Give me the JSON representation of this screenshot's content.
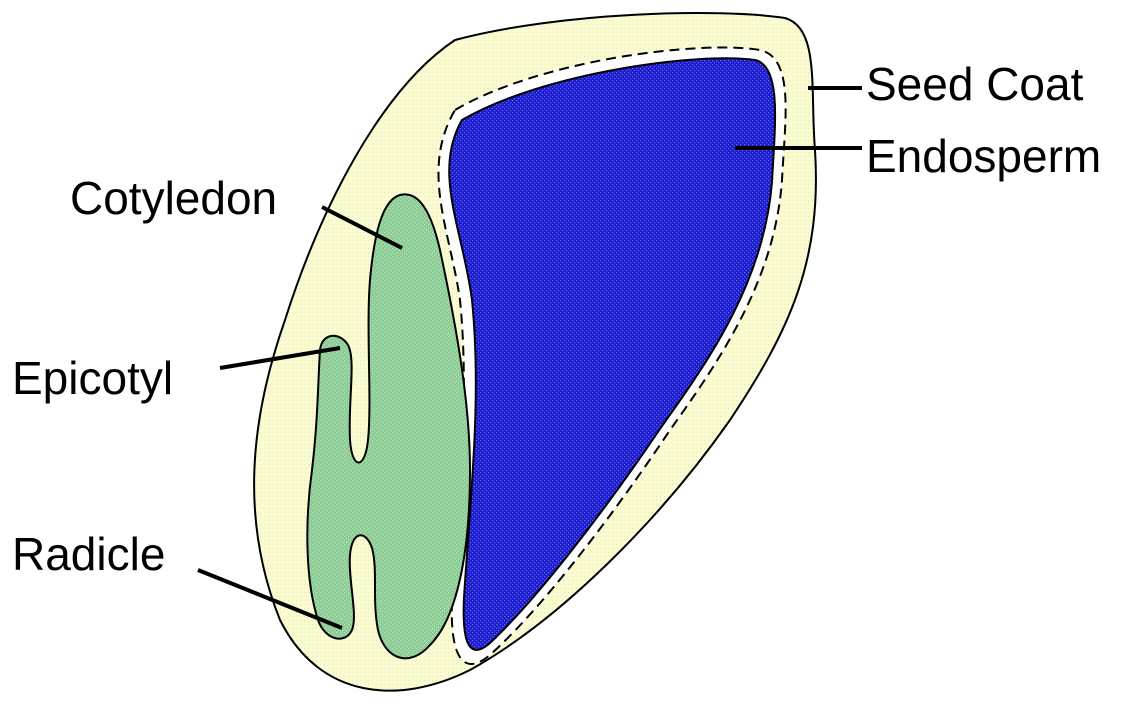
{
  "labels": {
    "seed_coat": "Seed Coat",
    "endosperm": "Endosperm",
    "cotyledon": "Cotyledon",
    "epicotyl": "Epicotyl",
    "radicle": "Radicle"
  },
  "colors": {
    "seed_coat": "#fbfbd4",
    "endosperm": "#1414d4",
    "embryo": "#8fcf98",
    "outline": "#000000"
  }
}
